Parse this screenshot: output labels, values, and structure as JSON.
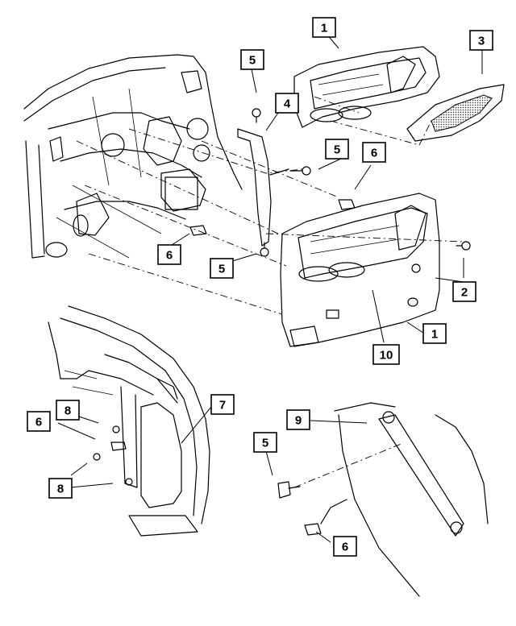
{
  "callouts": [
    {
      "id": "c1a",
      "label": "1"
    },
    {
      "id": "c3",
      "label": "3"
    },
    {
      "id": "c5a",
      "label": "5"
    },
    {
      "id": "c4",
      "label": "4"
    },
    {
      "id": "c5b",
      "label": "5"
    },
    {
      "id": "c6a",
      "label": "6"
    },
    {
      "id": "c6b",
      "label": "6"
    },
    {
      "id": "c5c",
      "label": "5"
    },
    {
      "id": "c2",
      "label": "2"
    },
    {
      "id": "c1b",
      "label": "1"
    },
    {
      "id": "c10",
      "label": "10"
    },
    {
      "id": "c7",
      "label": "7"
    },
    {
      "id": "c8a",
      "label": "8"
    },
    {
      "id": "c6c",
      "label": "6"
    },
    {
      "id": "c8b",
      "label": "8"
    },
    {
      "id": "c9",
      "label": "9"
    },
    {
      "id": "c5d",
      "label": "5"
    },
    {
      "id": "c6d",
      "label": "6"
    }
  ]
}
